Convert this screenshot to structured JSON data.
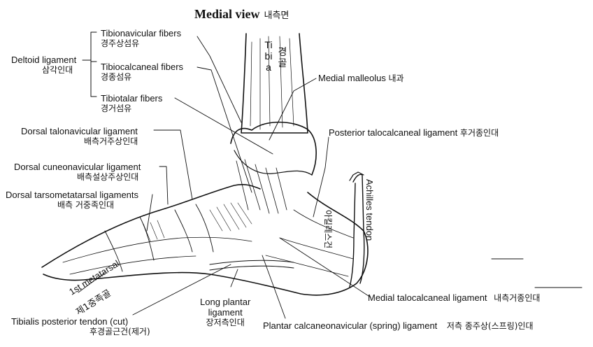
{
  "title": {
    "en": "Medial view",
    "ko": "내측면"
  },
  "deltoid": {
    "en": "Deltoid ligament",
    "ko": "삼각인대"
  },
  "tibionavicular": {
    "en": "Tibionavicular fibers",
    "ko": "경주상섬유"
  },
  "tibiocalcaneal": {
    "en": "Tibiocalcaneal fibers",
    "ko": "경종섬유"
  },
  "tibiotalar": {
    "en": "Tibiotalar fibers",
    "ko": "경거섬유"
  },
  "dorsal_talonavicular": {
    "en": "Dorsal talonavicular ligament",
    "ko": "배측거주상인대"
  },
  "dorsal_cuneonavicular": {
    "en": "Dorsal cuneonavicular ligament",
    "ko": "배측설상주상인대"
  },
  "dorsal_tarsometatarsal": {
    "en": "Dorsal tarsometatarsal ligaments",
    "ko": "배측 거중족인대"
  },
  "tibia": {
    "en": "Tibia",
    "ko": "경골"
  },
  "medial_malleolus": {
    "en": "Medial malleolus",
    "ko": "내과"
  },
  "posterior_talocalcaneal": {
    "en": "Posterior talocalcaneal ligament",
    "ko": "후거종인대"
  },
  "achilles": {
    "en": "Achilles tendon",
    "ko": "아킬레스건"
  },
  "first_metatarsal": {
    "en": "1st metatarsal",
    "ko": "제1중족골"
  },
  "tibialis_posterior": {
    "en": "Tibialis posterior tendon (cut)",
    "ko": "후경골근건(제거)"
  },
  "long_plantar": {
    "line1": "Long plantar",
    "line2": "ligament",
    "ko": "장저측인대"
  },
  "plantar_calcaneonavicular": {
    "en": "Plantar calcaneonavicular (spring) ligament",
    "ko": "저측 종주상(스프링)인대"
  },
  "medial_talocalcaneal": {
    "en": "Medial talocalcaneal ligament",
    "ko": "내측거종인대"
  }
}
